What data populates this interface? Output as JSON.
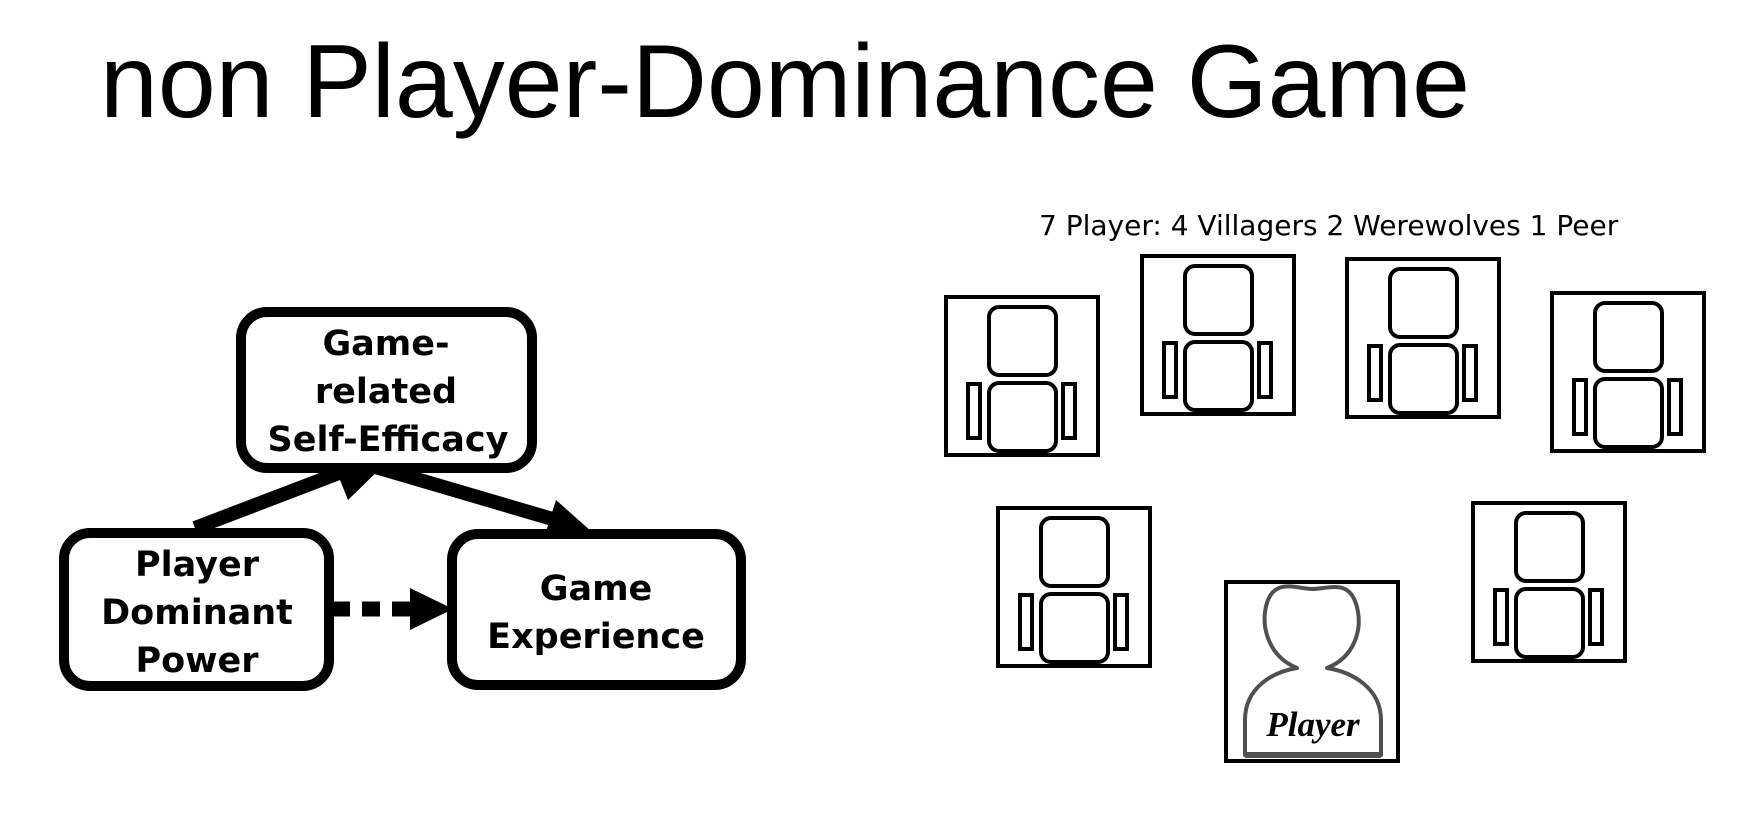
{
  "title": "non Player-Dominance Game",
  "diagram": {
    "nodes": {
      "self_efficacy": [
        "Game-",
        "related",
        "Self-Efficacy"
      ],
      "dominant_power": [
        "Player",
        "Dominant",
        "Power"
      ],
      "game_experience": [
        "Game",
        "Experience"
      ]
    }
  },
  "table": {
    "caption": "7 Player: 4 Villagers 2 Werewolves 1 Peer",
    "player_label": "Player",
    "seat_icon": "chair-icon",
    "player_icon": "person-icon"
  }
}
